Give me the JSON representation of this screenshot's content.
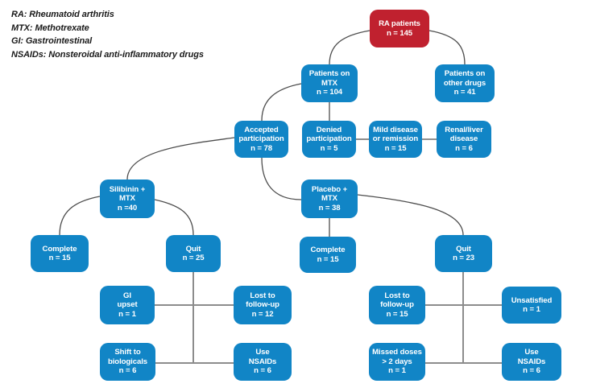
{
  "legend": {
    "items": [
      "RA: Rheumatoid arthritis",
      "MTX: Methotrexate",
      "GI: Gastrointestinal",
      "NSAIDs: Nonsteroidal anti-inflammatory drugs"
    ]
  },
  "colors": {
    "node_blue": "#1185C6",
    "node_red": "#C0212F",
    "connector_dark": "#4d4d4d",
    "connector_gray": "#8c8c8c",
    "node_text": "#ffffff"
  },
  "nodes": [
    {
      "id": "ra-patients",
      "label": "RA patients",
      "n": "n = 145",
      "type": "highlight"
    },
    {
      "id": "patients-on-mtx",
      "label": "Patients on\nMTX",
      "n": "n = 104",
      "type": "normal"
    },
    {
      "id": "patients-on-other-drugs",
      "label": "Patients on\nother drugs",
      "n": "n = 41",
      "type": "normal"
    },
    {
      "id": "accepted-participation",
      "label": "Accepted\nparticipation",
      "n": "n = 78",
      "type": "normal"
    },
    {
      "id": "denied-participation",
      "label": "Denied\nparticipation",
      "n": "n = 5",
      "type": "normal"
    },
    {
      "id": "mild-disease-or-remission",
      "label": "Mild disease\nor remission",
      "n": "n = 15",
      "type": "normal"
    },
    {
      "id": "renal-liver-disease",
      "label": "Renal/liver\ndisease",
      "n": "n = 6",
      "type": "normal"
    },
    {
      "id": "silibinin-mtx",
      "label": "Silibinin +\nMTX",
      "n": "n =40",
      "type": "normal"
    },
    {
      "id": "placebo-mtx",
      "label": "Placebo +\nMTX",
      "n": "n = 38",
      "type": "normal"
    },
    {
      "id": "complete-silibinin",
      "label": "Complete",
      "n": "n = 15",
      "type": "normal"
    },
    {
      "id": "quit-silibinin",
      "label": "Quit",
      "n": "n = 25",
      "type": "normal"
    },
    {
      "id": "complete-placebo",
      "label": "Complete",
      "n": "n = 15",
      "type": "normal"
    },
    {
      "id": "quit-placebo",
      "label": "Quit",
      "n": "n = 23",
      "type": "normal"
    },
    {
      "id": "gi-upset",
      "label": "GI\nupset",
      "n": "n = 1",
      "type": "normal"
    },
    {
      "id": "lost-to-follow-up-12",
      "label": "Lost to\nfollow-up",
      "n": "n = 12",
      "type": "normal"
    },
    {
      "id": "lost-to-follow-up-15",
      "label": "Lost to\nfollow-up",
      "n": "n = 15",
      "type": "normal"
    },
    {
      "id": "unsatisfied",
      "label": "Unsatisfied",
      "n": "n = 1",
      "type": "normal"
    },
    {
      "id": "shift-to-biologicals",
      "label": "Shift to\nbiologicals",
      "n": "n = 6",
      "type": "normal"
    },
    {
      "id": "use-nsaids-silibinin",
      "label": "Use\nNSAIDs",
      "n": "n = 6",
      "type": "normal"
    },
    {
      "id": "missed-doses",
      "label": "Missed doses\n> 2 days",
      "n": "n = 1",
      "type": "normal"
    },
    {
      "id": "use-nsaids-placebo",
      "label": "Use\nNSAIDs",
      "n": "n = 6",
      "type": "normal"
    }
  ],
  "edges": [
    {
      "from": "ra-patients",
      "to": "patients-on-mtx"
    },
    {
      "from": "ra-patients",
      "to": "patients-on-other-drugs"
    },
    {
      "from": "patients-on-mtx",
      "to": "accepted-participation"
    },
    {
      "from": "patients-on-mtx",
      "to": "denied-participation"
    },
    {
      "from": "denied-participation",
      "to": "mild-disease-or-remission"
    },
    {
      "from": "mild-disease-or-remission",
      "to": "renal-liver-disease"
    },
    {
      "from": "accepted-participation",
      "to": "silibinin-mtx"
    },
    {
      "from": "accepted-participation",
      "to": "placebo-mtx"
    },
    {
      "from": "silibinin-mtx",
      "to": "complete-silibinin"
    },
    {
      "from": "silibinin-mtx",
      "to": "quit-silibinin"
    },
    {
      "from": "placebo-mtx",
      "to": "complete-placebo"
    },
    {
      "from": "placebo-mtx",
      "to": "quit-placebo"
    },
    {
      "from": "quit-silibinin",
      "to": "gi-upset"
    },
    {
      "from": "quit-silibinin",
      "to": "lost-to-follow-up-12"
    },
    {
      "from": "quit-silibinin",
      "to": "shift-to-biologicals"
    },
    {
      "from": "quit-silibinin",
      "to": "use-nsaids-silibinin"
    },
    {
      "from": "quit-placebo",
      "to": "lost-to-follow-up-15"
    },
    {
      "from": "quit-placebo",
      "to": "unsatisfied"
    },
    {
      "from": "quit-placebo",
      "to": "missed-doses"
    },
    {
      "from": "quit-placebo",
      "to": "use-nsaids-placebo"
    }
  ]
}
